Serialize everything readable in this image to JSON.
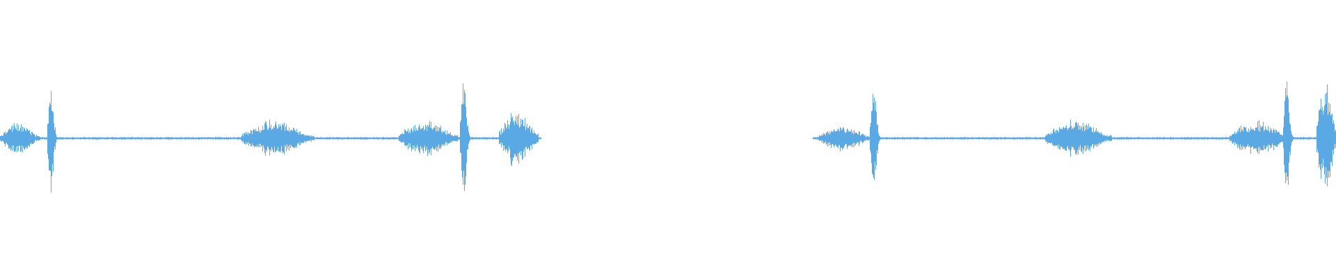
{
  "waveform": {
    "color": "#5aa8e4",
    "background": "#ffffff",
    "channels": 1,
    "description_segments": [
      {
        "start": 0.0,
        "end": 0.405,
        "kind": "audio"
      },
      {
        "start": 0.405,
        "end": 0.608,
        "kind": "silence"
      },
      {
        "start": 0.608,
        "end": 1.0,
        "kind": "audio"
      }
    ],
    "bursts": [
      {
        "t": 0.0,
        "len": 0.03,
        "amp": 0.12
      },
      {
        "t": 0.035,
        "len": 0.01,
        "amp": 0.42
      },
      {
        "t": 0.18,
        "len": 0.055,
        "amp": 0.14
      },
      {
        "t": 0.298,
        "len": 0.045,
        "amp": 0.14
      },
      {
        "t": 0.344,
        "len": 0.01,
        "amp": 0.5
      },
      {
        "t": 0.373,
        "len": 0.03,
        "amp": 0.22
      },
      {
        "t": 0.612,
        "len": 0.04,
        "amp": 0.1
      },
      {
        "t": 0.651,
        "len": 0.01,
        "amp": 0.55
      },
      {
        "t": 0.782,
        "len": 0.05,
        "amp": 0.14
      },
      {
        "t": 0.92,
        "len": 0.045,
        "amp": 0.14
      },
      {
        "t": 0.96,
        "len": 0.01,
        "amp": 0.52
      },
      {
        "t": 0.985,
        "len": 0.015,
        "amp": 0.45
      }
    ]
  }
}
